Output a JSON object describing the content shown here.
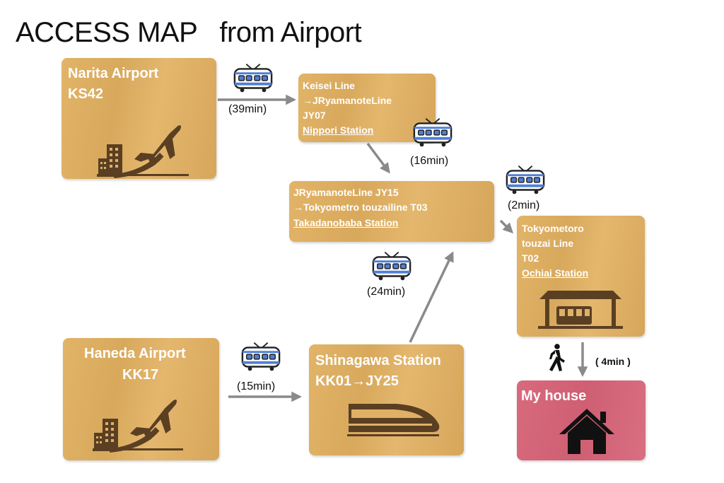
{
  "title": "ACCESS MAP   from Airport",
  "nodes": {
    "narita": {
      "line1": "Narita Airport",
      "line2": "KS42"
    },
    "nippori": {
      "line1": "Keisei Line",
      "line2": "→JRyamanoteLine",
      "line3": "JY07",
      "link": "Nippori Station"
    },
    "takadanobaba": {
      "line1": "JRyamanoteLine JY15",
      "line2": "→Tokyometro touzailine T03",
      "link": "Takadanobaba Station"
    },
    "ochiai": {
      "line1": "Tokyometoro",
      "line2": "touzai Line",
      "line3": "T02",
      "link": "Ochiai Station"
    },
    "haneda": {
      "line1": "Haneda Airport",
      "line2": "KK17"
    },
    "shinagawa": {
      "line1": "Shinagawa Station",
      "line2": "KK01→JY25"
    },
    "house": {
      "line1": "My house"
    }
  },
  "durations": {
    "narita_nippori": "(39min)",
    "nippori_takadanobaba": "(16min)",
    "takadanobaba_ochiai": "(2min)",
    "shinagawa_takadanobaba": "(24min)",
    "haneda_shinagawa": "(15min)",
    "ochiai_house": "( 4min )"
  },
  "icons": {
    "train": "train-icon",
    "plane": "airplane-icon",
    "building": "building-icon",
    "station": "station-building-icon",
    "bullet": "bullet-train-icon",
    "walk": "walking-person-icon",
    "house": "house-icon"
  },
  "colors": {
    "wood": "#dfb066",
    "house": "#d4667a",
    "icon": "#5a3f22",
    "link": "#1a3fb0",
    "arrow": "#8a8a8a",
    "train_blue": "#4f7fd6"
  }
}
